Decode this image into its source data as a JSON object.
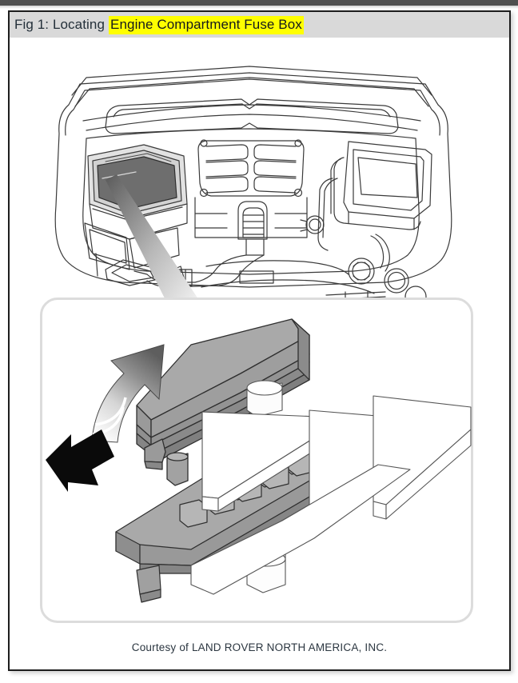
{
  "figure": {
    "label_prefix": "Fig 1: Locating ",
    "highlighted_title": "Engine Compartment Fuse Box",
    "courtesy": "Courtesy of LAND ROVER NORTH AMERICA, INC."
  },
  "colors": {
    "header_bar": "#d9d9d9",
    "highlight": "#ffff00",
    "card_border": "#1d1d1d",
    "panel_border": "#dcdcdc",
    "line_art": "#3a3a3a",
    "fuse_gray": "#a9a9a9",
    "fuse_gray_dark": "#8c8c8c",
    "fuse_gray_light": "#bdbdbd",
    "fusebox_fill": "#6e6e6e",
    "arrow_black": "#0a0a0a",
    "top_strip": "#4f4f4f"
  },
  "illustrations": {
    "engine_bay": {
      "name": "engine-bay-overview",
      "callout_target": "engine compartment fuse box",
      "callout_style": "tapered wedge pointer"
    },
    "fuse_box_detail": {
      "name": "fuse-box-detail",
      "lid_action": "lift cover upward",
      "release_action": "press tab",
      "arrows": [
        "curved-up-arrow",
        "solid-black-press-arrow"
      ]
    }
  }
}
